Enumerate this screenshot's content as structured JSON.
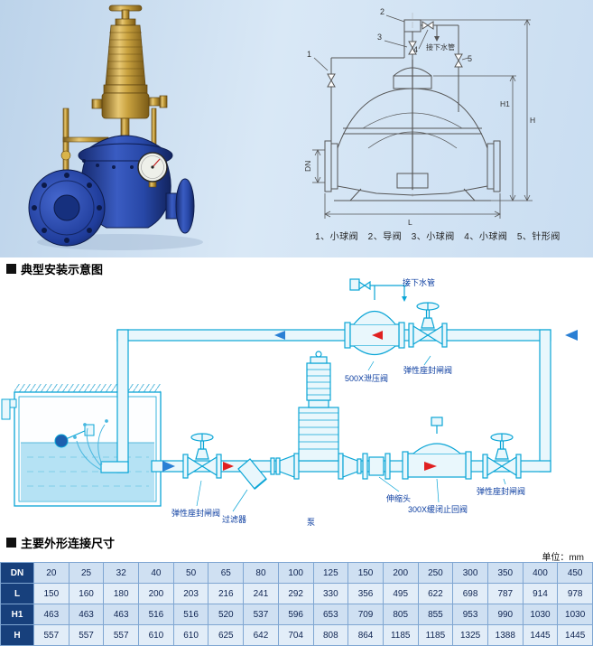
{
  "colors": {
    "diagram_line": "#0aa5d6",
    "table_header_bg": "#17407c",
    "hero_background": "#cddff0",
    "label_text": "#0b3da0",
    "arrow_red": "#e02020",
    "arrow_blue": "#2a7fd4"
  },
  "hero": {
    "caption": "1、小球阀　2、导阀　3、小球阀　4、小球阀　5、针形阀",
    "drawing": {
      "callouts": [
        "1",
        "2",
        "3",
        "4",
        "5"
      ],
      "drain_label": "接下水管",
      "dim_h": "H",
      "dim_h1": "H1",
      "dim_dn": "DN",
      "dim_l": "L"
    }
  },
  "sections": {
    "install_title": "典型安装示意图",
    "dims_title": "主要外形连接尺寸",
    "unit_label": "单位：mm"
  },
  "install_diagram": {
    "labels": [
      "接下水管",
      "弹性座封闸阀",
      "500X泄压阀",
      "弹性座封闸阀",
      "过滤器",
      "泵",
      "伸缩头",
      "300X缓闭止回阀",
      "弹性座封闸阀"
    ]
  },
  "dimensions_table": {
    "rows": [
      {
        "label": "DN",
        "values": [
          "20",
          "25",
          "32",
          "40",
          "50",
          "65",
          "80",
          "100",
          "125",
          "150",
          "200",
          "250",
          "300",
          "350",
          "400",
          "450"
        ]
      },
      {
        "label": "L",
        "values": [
          "150",
          "160",
          "180",
          "200",
          "203",
          "216",
          "241",
          "292",
          "330",
          "356",
          "495",
          "622",
          "698",
          "787",
          "914",
          "978"
        ]
      },
      {
        "label": "H1",
        "values": [
          "463",
          "463",
          "463",
          "516",
          "516",
          "520",
          "537",
          "596",
          "653",
          "709",
          "805",
          "855",
          "953",
          "990",
          "1030",
          "1030"
        ]
      },
      {
        "label": "H",
        "values": [
          "557",
          "557",
          "557",
          "610",
          "610",
          "625",
          "642",
          "704",
          "808",
          "864",
          "1185",
          "1185",
          "1325",
          "1388",
          "1445",
          "1445"
        ]
      }
    ]
  }
}
